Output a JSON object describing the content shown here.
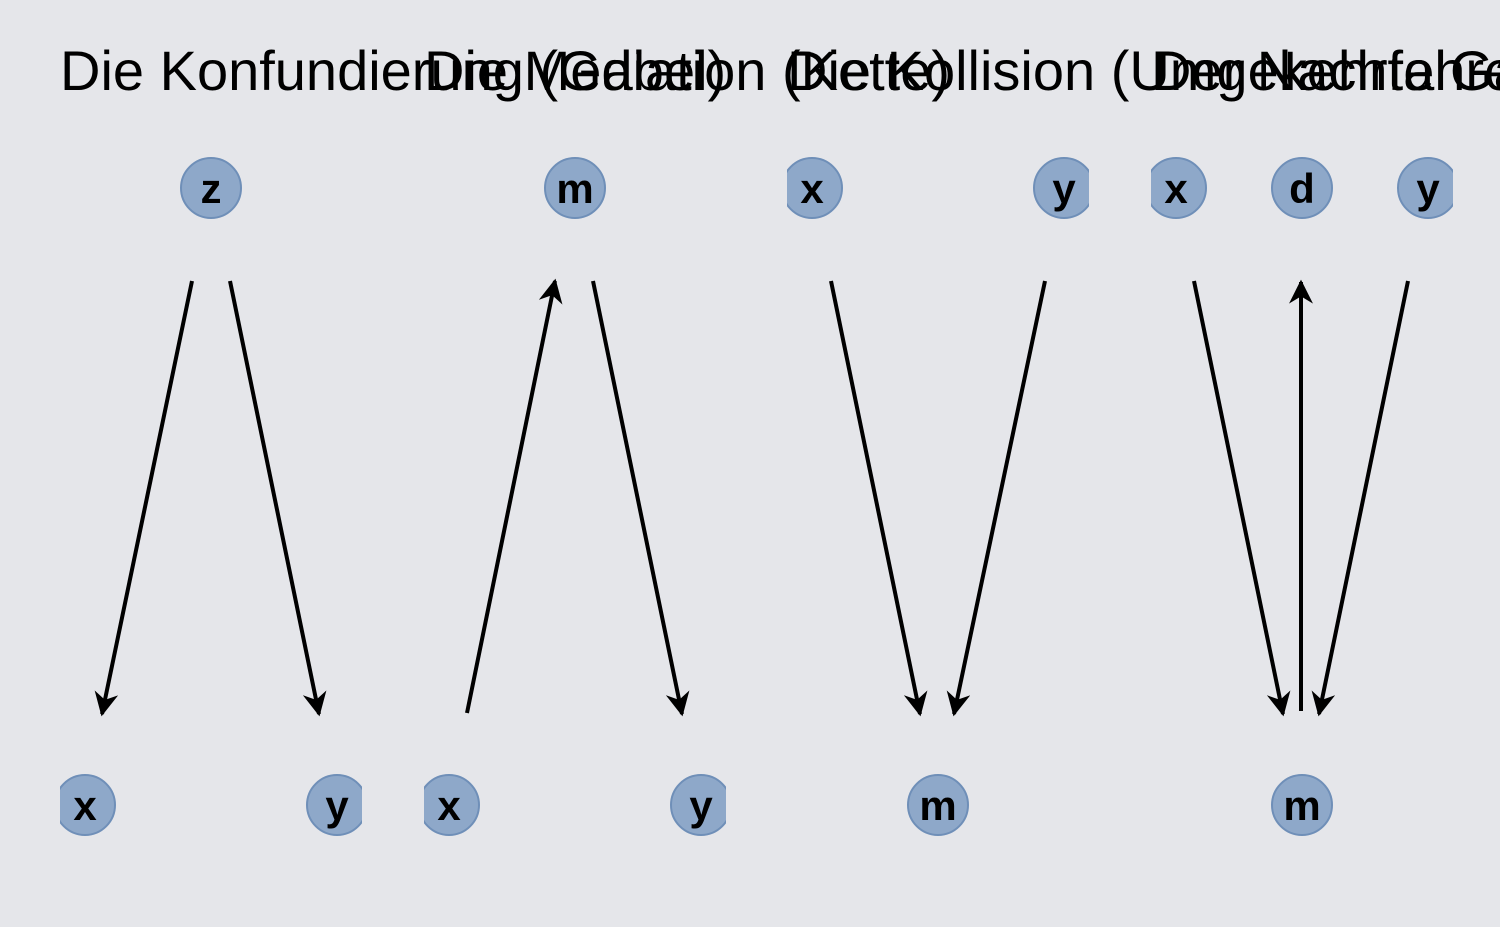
{
  "colors": {
    "background": "#e5e6ea",
    "node_fill": "#8ea8c9",
    "node_stroke": "#6f8fb8",
    "arrow": "#000000"
  },
  "panels": [
    {
      "title": "Die Konfundierung (Gabel)",
      "nodes": [
        {
          "id": "z",
          "label": "z"
        },
        {
          "id": "x",
          "label": "x"
        },
        {
          "id": "y",
          "label": "y"
        }
      ],
      "edges": [
        {
          "from": "z",
          "to": "x"
        },
        {
          "from": "z",
          "to": "y"
        }
      ]
    },
    {
      "title": "Die Mediation (Kette)",
      "nodes": [
        {
          "id": "m",
          "label": "m"
        },
        {
          "id": "x",
          "label": "x"
        },
        {
          "id": "y",
          "label": "y"
        }
      ],
      "edges": [
        {
          "from": "x",
          "to": "m"
        },
        {
          "from": "m",
          "to": "y"
        }
      ]
    },
    {
      "title": "Die Kollision (Umgekehrte Gabel)",
      "nodes": [
        {
          "id": "x",
          "label": "x"
        },
        {
          "id": "y",
          "label": "y"
        },
        {
          "id": "m",
          "label": "m"
        }
      ],
      "edges": [
        {
          "from": "x",
          "to": "m"
        },
        {
          "from": "y",
          "to": "m"
        }
      ]
    },
    {
      "title": "Der Nachfahre",
      "nodes": [
        {
          "id": "x",
          "label": "x"
        },
        {
          "id": "d",
          "label": "d"
        },
        {
          "id": "y",
          "label": "y"
        },
        {
          "id": "m",
          "label": "m"
        }
      ],
      "edges": [
        {
          "from": "x",
          "to": "m"
        },
        {
          "from": "m",
          "to": "d"
        },
        {
          "from": "y",
          "to": "m"
        }
      ]
    }
  ]
}
